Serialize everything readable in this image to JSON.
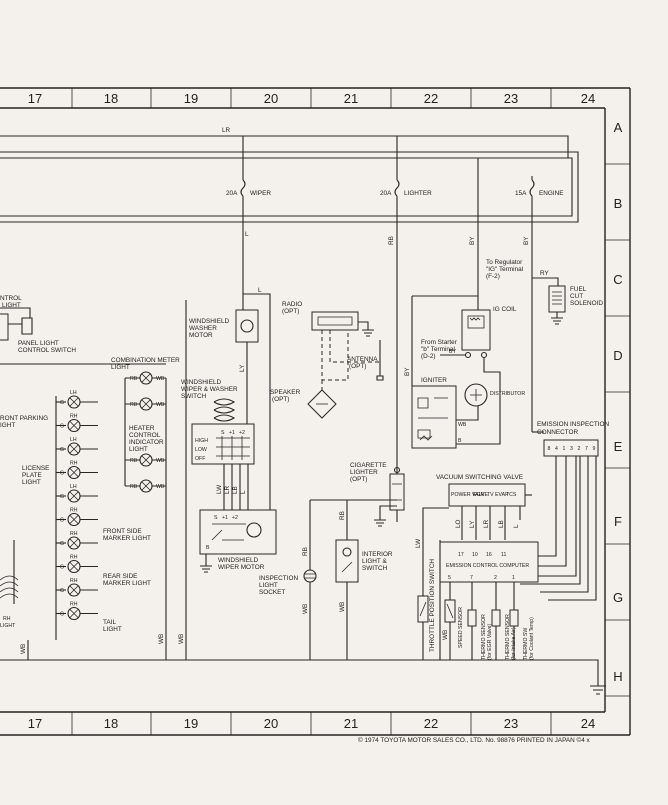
{
  "columns": [
    "17",
    "18",
    "19",
    "20",
    "21",
    "22",
    "23",
    "24"
  ],
  "rows": [
    "A",
    "B",
    "C",
    "D",
    "E",
    "F",
    "G",
    "H"
  ],
  "wires": {
    "lr": "LR",
    "l_top": "L",
    "l_mid": "L",
    "l_wiper": "L",
    "ly": "LY",
    "rb_light": "RB",
    "by_ign": "BY",
    "by_eng": "BY",
    "ry": "RY",
    "lw": "LW",
    "lr2": "LR",
    "lb": "LB",
    "rb_cig": "RB",
    "rb_insp": "RB",
    "wb_insp": "WB",
    "wb_int": "WB",
    "wb_left": "WB",
    "wb_bottom": "WB",
    "wb_19": "WB",
    "by_ecc": "BY",
    "wb_rb": "RB",
    "by_ig2": "BY",
    "lo_cig": "LO",
    "lo_f": "LO",
    "ly_f": "LY",
    "lr_f": "LR",
    "lb_f": "LB",
    "l_f": "L"
  },
  "fuses": {
    "wiper": {
      "amp": "20A",
      "name": "WIPER"
    },
    "lighter": {
      "amp": "20A",
      "name": "LIGHTER"
    },
    "engine": {
      "amp": "15A",
      "name": "ENGINE"
    }
  },
  "components": {
    "control_light": [
      "NTROL",
      "LIGHT"
    ],
    "panel_light": [
      "PANEL LIGHT",
      "CONTROL SWITCH"
    ],
    "combination_meter": [
      "COMBINATION METER",
      "LIGHT"
    ],
    "heater_control": [
      "HEATER",
      "CONTROL",
      "INDICATOR",
      "LIGHT"
    ],
    "front_parking": [
      "RONT PARKING",
      "IGHT"
    ],
    "license_plate": [
      "LICENSE",
      "PLATE",
      "LIGHT"
    ],
    "front_side_marker": [
      "FRONT SIDE",
      "MARKER LIGHT"
    ],
    "rear_side_marker": [
      "REAR SIDE",
      "MARKER LIGHT"
    ],
    "tail_light": [
      "TAIL",
      "LIGHT"
    ],
    "washer_motor": [
      "WINDSHIELD",
      "WASHER",
      "MOTOR"
    ],
    "wiper_washer_switch": [
      "WINDSHIELD",
      "WIPER & WASHER",
      "SWITCH"
    ],
    "wiper_motor": [
      "WINDSHIELD",
      "WIPER MOTOR"
    ],
    "inspection_socket": [
      "INSPECTION",
      "LIGHT",
      "SOCKET"
    ],
    "radio": [
      "RADIO",
      "(OPT)"
    ],
    "antenna": [
      "ANTENNA",
      "(OPT)"
    ],
    "speaker": [
      "SPEAKER",
      "(OPT)"
    ],
    "cigarette_lighter": [
      "CIGARETTE",
      "LIGHTER",
      "(OPT)"
    ],
    "interior_light": [
      "INTERIOR",
      "LIGHT &",
      "SWITCH"
    ],
    "throttle_switch": "THROTTLE POSITION SWITCH",
    "regulator": [
      "To Regulator",
      "\"IG\" Terminal",
      "(F-2)"
    ],
    "fuel_cut": [
      "FUEL",
      "CUT",
      "SOLENOID"
    ],
    "ig_coil": "IG COIL",
    "from_starter": [
      "From Starter",
      "\"b\" Terminal",
      "(D-2)"
    ],
    "igniter": "IGNITER",
    "distributor": "DISTRIBUTOR",
    "vacuum_valve": "VACUUM SWITCHING VALVE",
    "valve_ports": [
      "POWER VALVE",
      "EGR",
      "TV EVAP",
      "TCS"
    ],
    "emission_inspection": [
      "EMISSION INSPECTION",
      "CONNECTOR"
    ],
    "emission_computer": "EMISSION CONTROL COMPUTER",
    "computer_top_pins": [
      "17",
      "10",
      "16",
      "11"
    ],
    "computer_bottom_pins": [
      "5",
      "7",
      "2",
      "1"
    ],
    "connector_pins": [
      "8",
      "4",
      "1",
      "3",
      "2",
      "7",
      "9"
    ],
    "speed_sensor": "SPEED SENSOR",
    "thermo_exh": [
      "THERMO SENSOR",
      "(for EGR Valve)"
    ],
    "thermo_intake": [
      "THERMO SENSOR",
      "(for Intake Air)"
    ],
    "thermo_coolant": [
      "THERMO SW",
      "(for Coolant Temp)"
    ],
    "lamp_letters": [
      "LH",
      "RH",
      "LH",
      "RH",
      "LH",
      "RH",
      "RH",
      "RH",
      "RH",
      "RH"
    ],
    "switch_modes": [
      "HIGH",
      "LOW",
      "OFF"
    ],
    "switch_terms": [
      "S",
      "+1",
      "+2"
    ],
    "motor_terms": [
      "S",
      "+1",
      "+2",
      "B"
    ],
    "ground_g": "G"
  },
  "footer": {
    "copyright": "© 1974 TOYOTA MOTOR SALES CO., LTD.  No. 98876  PRINTED IN JAPAN  ©4 x"
  }
}
